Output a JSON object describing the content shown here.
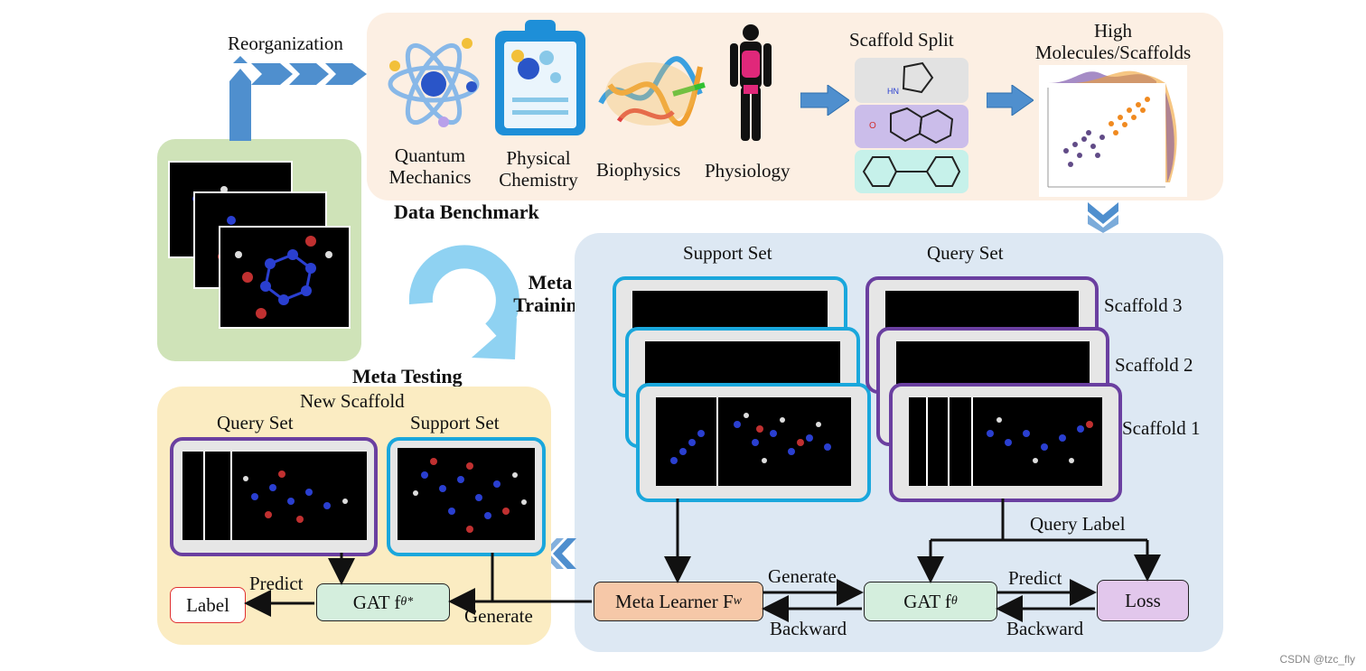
{
  "top_panel": {
    "reorganization": "Reorganization",
    "categories": [
      "Quantum Mechanics",
      "Physical Chemistry",
      "Biophysics",
      "Physiology"
    ],
    "scaffold_split": "Scaffold Split",
    "high_molecules": "High Molecules/Scaffolds",
    "data_benchmark": "Data Benchmark"
  },
  "cycle": {
    "meta_training": "Meta Training",
    "meta_testing": "Meta Testing"
  },
  "training_panel": {
    "support_set": "Support Set",
    "query_set": "Query Set",
    "scaffolds": [
      "Scaffold 3",
      "Scaffold 2",
      "Scaffold 1"
    ],
    "query_label": "Query Label",
    "meta_learner": "Meta Learner F",
    "meta_learner_sub": "w",
    "gat": "GAT f",
    "gat_sub": "θ",
    "loss": "Loss",
    "generate": "Generate",
    "backward_1": "Backward",
    "predict": "Predict",
    "backward_2": "Backward"
  },
  "testing_panel": {
    "new_scaffold": "New Scaffold",
    "query_set": "Query Set",
    "support_set": "Support Set",
    "gat": "GAT f",
    "gat_sub": "θ*",
    "label": "Label",
    "predict": "Predict",
    "generate": "Generate"
  },
  "watermark": "CSDN @tzc_fly",
  "colors": {
    "top_panel_bg": "#fcefe3",
    "left_panel_bg": "#cfe3b8",
    "training_panel_bg": "#dde8f3",
    "testing_panel_bg": "#fbecc2",
    "support_border": "#1aa7dc",
    "query_border": "#6a3fa0",
    "arrow_blue": "#4f8fce",
    "cycle_blue": "#8fd2f2",
    "meta_learner_bg": "#f6c8a8",
    "gat_bg": "#d4eedd",
    "loss_bg": "#e2c7ec",
    "label_border": "#e03030"
  }
}
